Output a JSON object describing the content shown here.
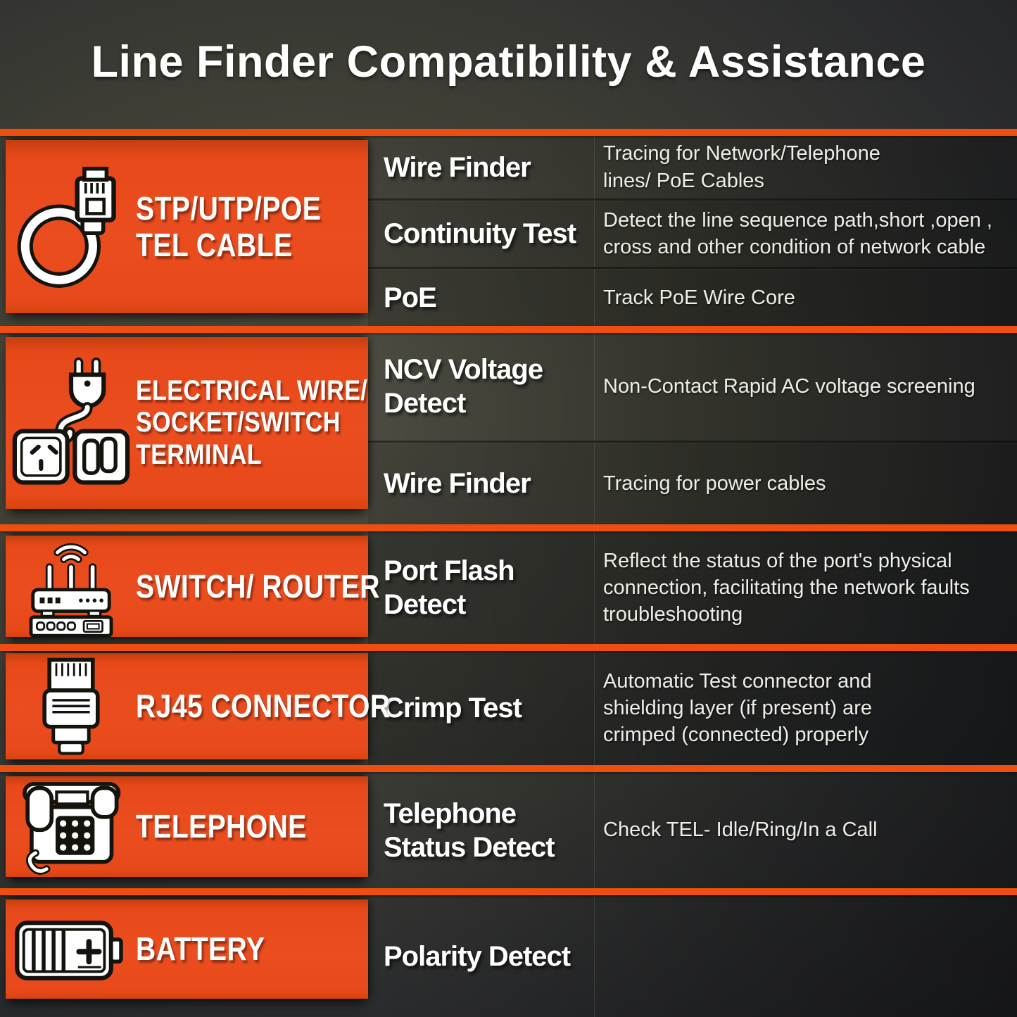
{
  "title": "Line Finder Compatibility & Assistance",
  "colors": {
    "block_orange": "#e8491a",
    "strip_orange": "#ee4f10",
    "title_text": "#ffffff",
    "feature_name_text": "#ffffff",
    "description_text": "#eeeee8",
    "background_dark": "#1c1d21",
    "background_olive": "#3e3e35"
  },
  "rows": [
    {
      "category_lines": [
        "STP/UTP/POE",
        "TEL CABLE"
      ],
      "icon": "ethernet-cable-icon",
      "features": [
        {
          "name_lines": [
            "Wire Finder"
          ],
          "desc_lines": [
            "Tracing for Network/Telephone",
            "lines/ PoE Cables"
          ]
        },
        {
          "name_lines": [
            "Continuity Test"
          ],
          "desc_lines": [
            "Detect the line sequence path,short ,open ,",
            "cross and other condition of network cable"
          ]
        },
        {
          "name_lines": [
            "PoE"
          ],
          "desc_lines": [
            "Track PoE Wire Core"
          ]
        }
      ]
    },
    {
      "category_lines": [
        "ELECTRICAL WIRE/",
        "SOCKET/SWITCH",
        "TERMINAL"
      ],
      "icon": "plug-socket-switch-icon",
      "features": [
        {
          "name_lines": [
            "NCV Voltage",
            "Detect"
          ],
          "desc_lines": [
            "Non-Contact Rapid AC voltage screening"
          ]
        },
        {
          "name_lines": [
            "Wire Finder"
          ],
          "desc_lines": [
            "Tracing for power cables"
          ]
        }
      ]
    },
    {
      "category_lines": [
        "SWITCH/ ROUTER"
      ],
      "icon": "router-switch-icon",
      "features": [
        {
          "name_lines": [
            "Port Flash",
            "Detect"
          ],
          "desc_lines": [
            "Reflect the status of the port's physical",
            "connection, facilitating the network faults",
            "troubleshooting"
          ]
        }
      ]
    },
    {
      "category_lines": [
        "RJ45 CONNECTOR"
      ],
      "icon": "rj45-connector-icon",
      "features": [
        {
          "name_lines": [
            "Crimp Test"
          ],
          "desc_lines": [
            "Automatic Test connector and",
            "shielding layer (if present) are",
            "crimped (connected) properly"
          ]
        }
      ]
    },
    {
      "category_lines": [
        "TELEPHONE"
      ],
      "icon": "telephone-icon",
      "features": [
        {
          "name_lines": [
            "Telephone",
            "Status Detect"
          ],
          "desc_lines": [
            "Check TEL- Idle/Ring/In a Call"
          ]
        }
      ]
    },
    {
      "category_lines": [
        "BATTERY"
      ],
      "icon": "battery-icon",
      "features": [
        {
          "name_lines": [
            "Polarity Detect"
          ],
          "desc_lines": []
        }
      ]
    }
  ]
}
